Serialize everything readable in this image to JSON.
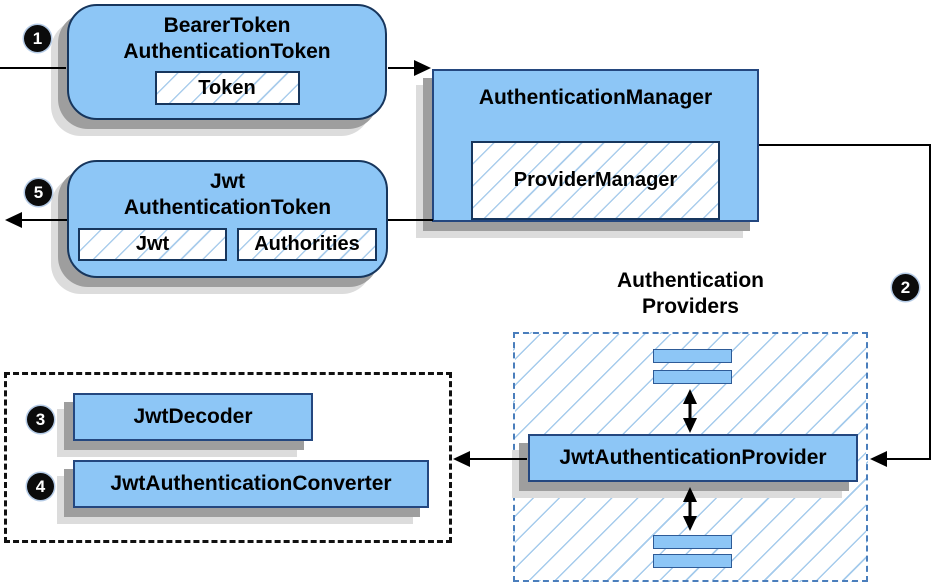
{
  "nodes": {
    "bearer_token": {
      "line1": "BearerToken",
      "line2": "AuthenticationToken",
      "chip": "Token"
    },
    "authentication_manager": {
      "title": "AuthenticationManager",
      "chip": "ProviderManager"
    },
    "jwt_authentication_token": {
      "line1": "Jwt",
      "line2": "AuthenticationToken",
      "chips": [
        "Jwt",
        "Authorities"
      ]
    },
    "authentication_providers": {
      "line1": "Authentication",
      "line2": "Providers"
    },
    "jwt_authentication_provider": {
      "title": "JwtAuthenticationProvider"
    },
    "jwt_decoder": {
      "title": "JwtDecoder"
    },
    "jwt_authentication_converter": {
      "title": "JwtAuthenticationConverter"
    }
  },
  "badges": [
    "1",
    "2",
    "3",
    "4",
    "5"
  ],
  "colors": {
    "node_fill": "#8dc6f6",
    "node_border_rounded": "#17365d",
    "node_border_rect": "#24477f",
    "hatch_line": "#aacdec",
    "providers_dashed_border": "#4a7ebc",
    "group_dashed_border": "#111111",
    "shadow_dark": "#9e9e9e",
    "shadow_light": "#dcdcdc",
    "connector": "#000000",
    "badge_bg": "#0b0b0b",
    "badge_text": "#ffffff"
  }
}
